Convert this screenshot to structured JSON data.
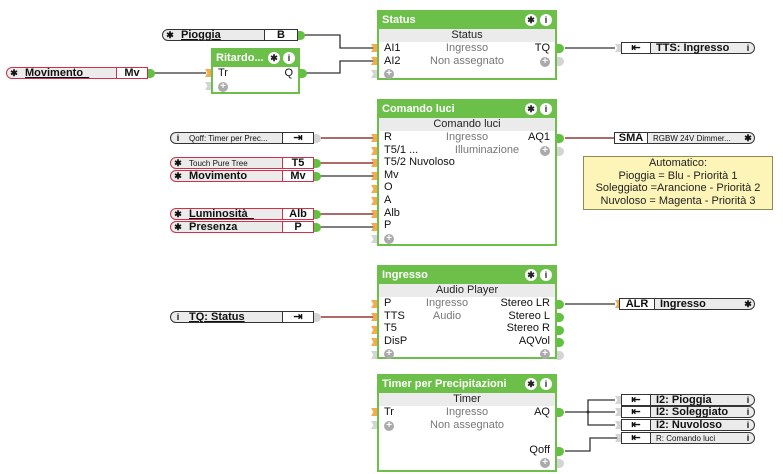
{
  "blocks": {
    "status": {
      "title": "Status",
      "subtitle": "Status",
      "inputs": [
        "AI1",
        "AI2"
      ],
      "middle": [
        "Ingresso",
        "Non assegnato"
      ],
      "outputs": [
        "TQ"
      ]
    },
    "ritardo": {
      "title": "Ritardo...",
      "inputs": [
        "Tr"
      ],
      "outputs": [
        "Q"
      ]
    },
    "comando": {
      "title": "Comando luci",
      "subtitle": "Comando luci",
      "inputs": [
        "R",
        "T5/1 ...",
        "T5/2 Nuvoloso",
        "Mv",
        "O",
        "A",
        "Alb",
        "P"
      ],
      "middle": [
        "Ingresso",
        "Illuminazione"
      ],
      "outputs": [
        "AQ1"
      ]
    },
    "ingresso": {
      "title": "Ingresso",
      "subtitle": "Audio Player",
      "inputs": [
        "P",
        "TTS",
        "T5",
        "DisP"
      ],
      "middle": [
        "Ingresso",
        "Audio"
      ],
      "outputs": [
        "Stereo LR",
        "Stereo L",
        "Stereo R",
        "AQVol"
      ]
    },
    "timer": {
      "title": "Timer per Precipitazioni",
      "subtitle": "Timer",
      "inputs": [
        "Tr"
      ],
      "middle": [
        "Ingresso",
        "Non assegnato"
      ],
      "outputs": [
        "AQ",
        "Qoff"
      ]
    }
  },
  "input_connectors": {
    "pioggia": {
      "name": "Pioggia",
      "code": "B"
    },
    "movimento_top": {
      "name": "Movimento_",
      "code": "Mv"
    },
    "qoff_timer": {
      "name": "Qoff: Timer per Prec...",
      "code": "⇥"
    },
    "touch_pure": {
      "name": "Touch Pure Tree",
      "code": "T5"
    },
    "movimento": {
      "name": "Movimento",
      "code": "Mv"
    },
    "luminosita": {
      "name": "Luminosità_",
      "code": "Alb"
    },
    "presenza": {
      "name": "Presenza",
      "code": "P"
    },
    "tq_status": {
      "name": "TQ: Status",
      "code": "⇥"
    }
  },
  "output_connectors": {
    "tts_ingresso": {
      "code": "⇤",
      "name": "TTS: Ingresso"
    },
    "sma": {
      "code": "SMA",
      "name": "RGBW 24V Dimmer..."
    },
    "alr": {
      "code": "ALR",
      "name": "Ingresso"
    },
    "i2_pioggia": {
      "code": "⇤",
      "name": "I2: Pioggia"
    },
    "i2_soleggiato": {
      "code": "⇤",
      "name": "I2: Soleggiato"
    },
    "i2_nuvoloso": {
      "code": "⇤",
      "name": "I2: Nuvoloso"
    },
    "r_comando": {
      "code": "⇤",
      "name": "R: Comando luci"
    }
  },
  "note": {
    "lines": [
      "Automatico:",
      "Pioggia = Blu - Priorità 1",
      "Soleggiato =Arancione - Priorità 2",
      "Nuvoloso = Magenta - Priorità 3"
    ]
  },
  "icons": {
    "gear": "✱",
    "info": "i",
    "plus": "+"
  }
}
